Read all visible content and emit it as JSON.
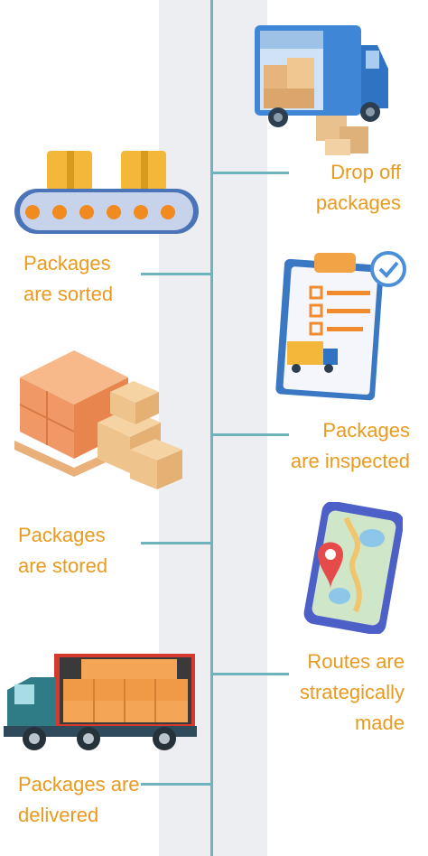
{
  "colors": {
    "text": "#e99a1f",
    "timeline": "#6fb4bd",
    "band": "#eceef1"
  },
  "steps": [
    {
      "label": "Drop off\npackages",
      "side": "right",
      "icon": "delivery-van-icon"
    },
    {
      "label": "Packages\nare sorted",
      "side": "left",
      "icon": "conveyor-belt-icon"
    },
    {
      "label": "Packages\nare inspected",
      "side": "right",
      "icon": "clipboard-checklist-icon"
    },
    {
      "label": "Packages\nare stored",
      "side": "left",
      "icon": "pallet-boxes-icon"
    },
    {
      "label": "Routes are\nstrategically\nmade",
      "side": "right",
      "icon": "phone-map-icon"
    },
    {
      "label": "Packages are\ndelivered",
      "side": "left",
      "icon": "cargo-truck-icon"
    }
  ]
}
